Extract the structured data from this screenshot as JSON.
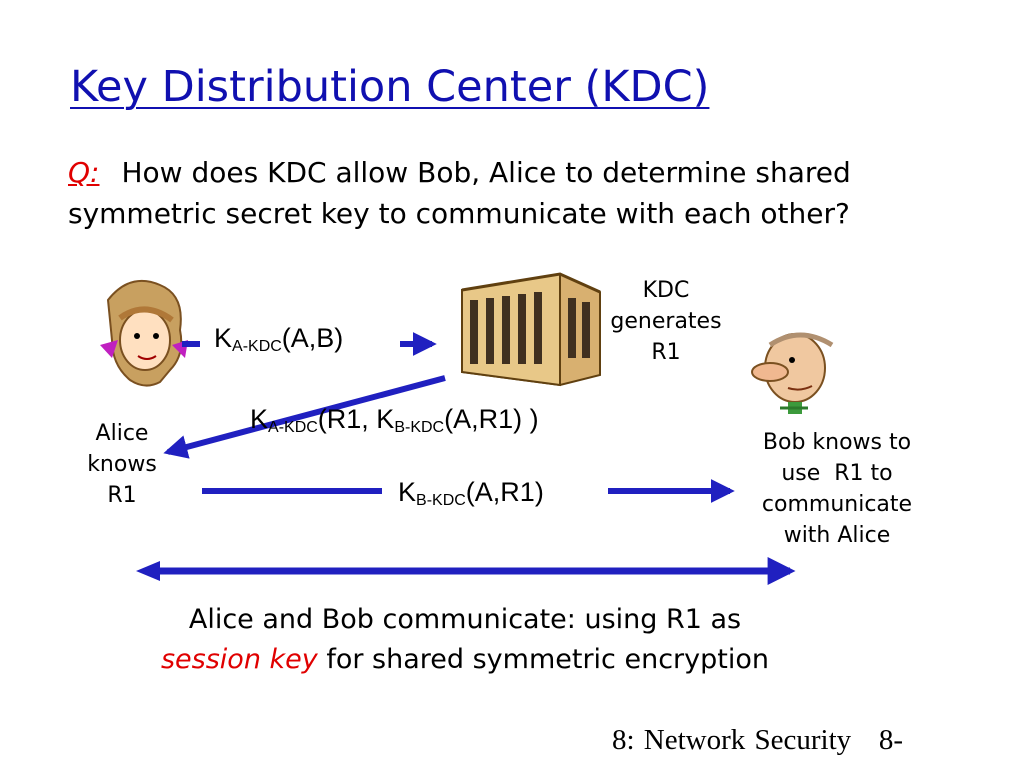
{
  "title": "Key Distribution Center (KDC)",
  "question": {
    "prefix": "Q:",
    "text": "How does KDC allow Bob, Alice to determine shared symmetric secret key to communicate with each other?"
  },
  "kdc_label": [
    "KDC",
    "generates",
    "R1"
  ],
  "alice_label": [
    "Alice",
    "knows",
    "R1"
  ],
  "bob_label": [
    "Bob knows to",
    "use  R1 to",
    "communicate",
    "with Alice"
  ],
  "messages": {
    "m1": {
      "k": "K",
      "sub": "A-KDC",
      "rest": "(A,B)"
    },
    "m2": {
      "k": "K",
      "sub": "A-KDC",
      "mid": "(R1, K",
      "sub2": "B-KDC",
      "rest": "(A,R1) )"
    },
    "m3": {
      "k": "K",
      "sub": "B-KDC",
      "rest": "(A,R1)"
    }
  },
  "caption": {
    "line1": "Alice and Bob communicate: using R1 as",
    "red": "session key",
    "line2_rest": " for shared symmetric encryption"
  },
  "footer": "8: Network Security   8-",
  "colors": {
    "title": "#1010b0",
    "arrow": "#2020c0",
    "accent": "#e00000"
  }
}
